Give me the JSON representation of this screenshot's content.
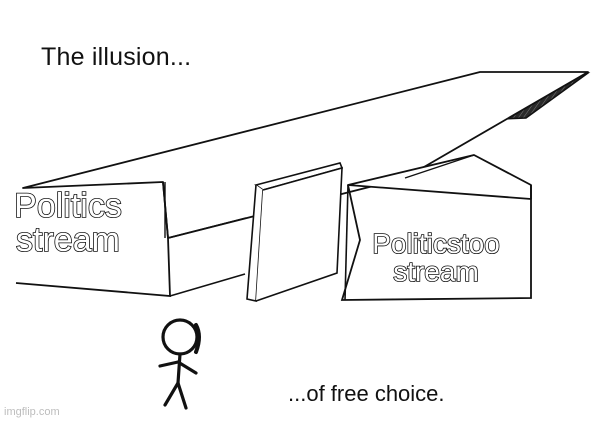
{
  "meme": {
    "top_text": "The illusion...",
    "bottom_text": "...of free choice.",
    "left_caption": "Politics stream",
    "right_caption": "Politicstoo stream",
    "watermark": "imgflip.com"
  }
}
